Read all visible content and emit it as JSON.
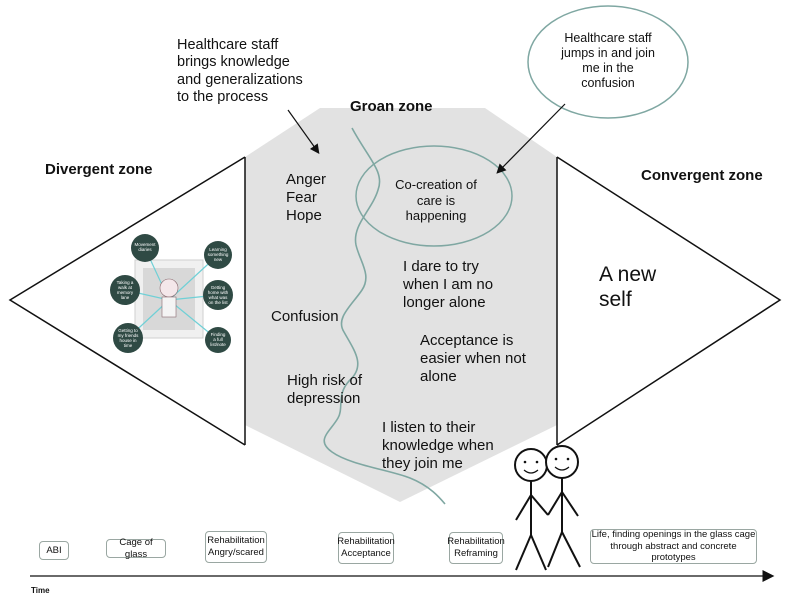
{
  "zones": {
    "divergent": "Divergent zone",
    "groan": "Groan zone",
    "convergent": "Convergent zone"
  },
  "notes": {
    "staff_knowledge": "Healthcare staff\nbrings knowledge\nand generalizations\nto the process",
    "staff_confusion": "Healthcare staff\njumps in and join\nme in the\nconfusion"
  },
  "groan": {
    "emotions": "Anger\nFear\nHope",
    "cocreation": "Co-creation of\ncare is\nhappening",
    "dare": "I dare to try\nwhen I am no\nlonger alone",
    "confusion": "Confusion",
    "acceptance": "Acceptance is\neasier when not\nalone",
    "risk": "High risk of\ndepression",
    "listen": "I listen to their\nknowledge when\nthey join me"
  },
  "convergent": {
    "new_self": "A new\nself"
  },
  "divergent_bubbles": [
    "Movement\ndiaries",
    "Learning\nsomething\nnew",
    "Taking a\nwalk at\nmemory\nlane",
    "Getting\nhome with\nwhat was\non the list",
    "Getting to\nmy friends\nhouse in\ntime",
    "Finding\na full\nlist/note"
  ],
  "timeline": {
    "stages": [
      "ABI",
      "Cage of glass",
      "Rehabilitation\nAngry/scared",
      "Rehabilitation\nAcceptance",
      "Rehabilitation\nReframing",
      "Life, finding openings in the glass cage\nthrough abstract and concrete prototypes"
    ],
    "axis_label": "Time"
  },
  "colors": {
    "groan_fill": "#e2e2e2",
    "line": "#111111",
    "confusion_path": "#7fa7a2",
    "bubble": "#2f4a44"
  }
}
